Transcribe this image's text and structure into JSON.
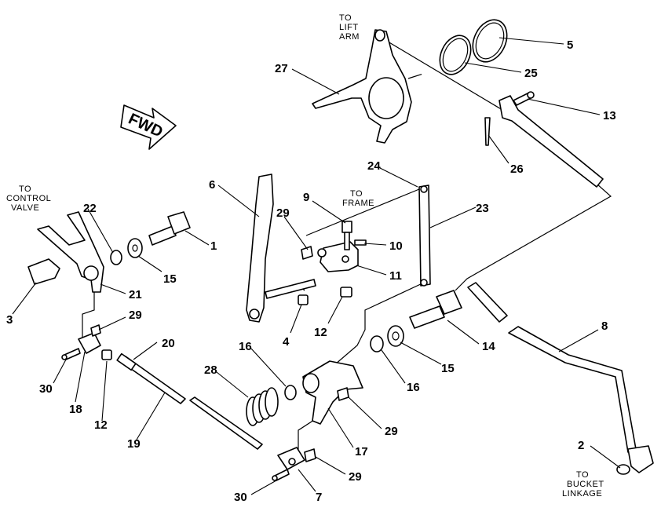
{
  "notes": {
    "to_lift_arm": [
      "TO",
      "LIFT",
      "ARM"
    ],
    "to_control_valve": [
      "TO",
      "CONTROL",
      "VALVE"
    ],
    "to_frame": [
      "TO",
      "FRAME"
    ],
    "to_bucket_linkage": [
      "TO",
      "BUCKET",
      "LINKAGE"
    ],
    "fwd": "FWD"
  },
  "callouts": {
    "c1": "1",
    "c2": "2",
    "c3": "3",
    "c4": "4",
    "c5": "5",
    "c6": "6",
    "c7": "7",
    "c8": "8",
    "c9": "9",
    "c10": "10",
    "c11": "11",
    "c12a": "12",
    "c12b": "12",
    "c13": "13",
    "c14": "14",
    "c15a": "15",
    "c15b": "15",
    "c16a": "16",
    "c16b": "16",
    "c17": "17",
    "c18": "18",
    "c19": "19",
    "c20": "20",
    "c21": "21",
    "c22": "22",
    "c23": "23",
    "c24": "24",
    "c25": "25",
    "c26": "26",
    "c27": "27",
    "c28": "28",
    "c29a": "29",
    "c29b": "29",
    "c29c": "29",
    "c29d": "29",
    "c30a": "30",
    "c30b": "30"
  }
}
